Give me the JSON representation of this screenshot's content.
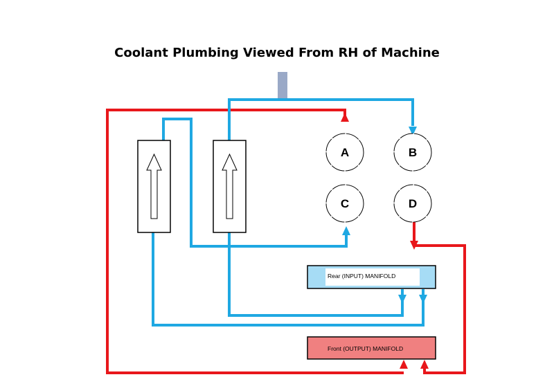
{
  "title": "Coolant Plumbing Viewed From RH of Machine",
  "ports": {
    "a": "A",
    "b": "B",
    "c": "C",
    "d": "D"
  },
  "manifolds": {
    "rear": "Rear (INPUT) MANIFOLD",
    "front": "Front (OUTPUT) MANIFOLD"
  },
  "colors": {
    "hot_line": "#e8171b",
    "cold_line": "#1fa8e2",
    "rear_manifold_fill": "#a6dcf5",
    "front_manifold_fill": "#f08080",
    "inlet_stub": "#9aa9c7"
  }
}
